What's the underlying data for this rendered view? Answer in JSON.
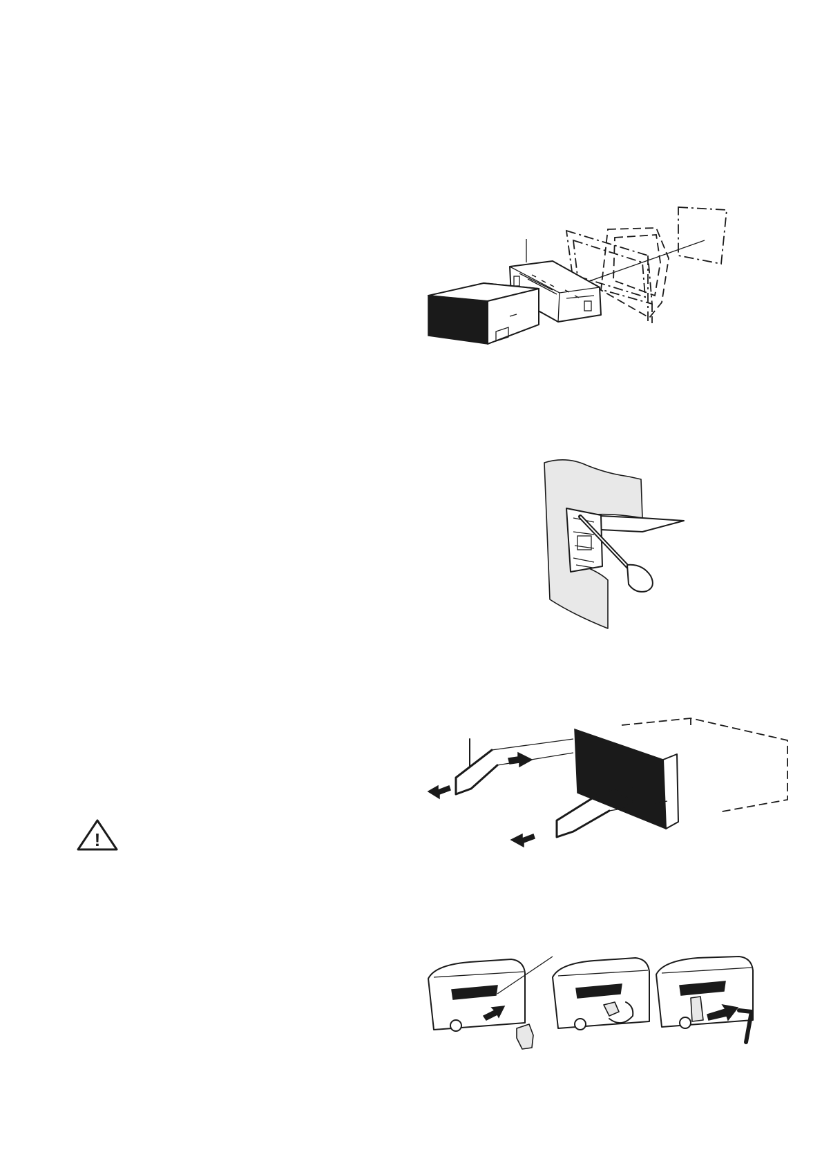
{
  "page": {
    "illustrations": [
      {
        "name": "radio-mounting-exploded-view",
        "icon": "exploded-assembly-icon"
      },
      {
        "name": "bracket-tab-bending",
        "icon": "screwdriver-icon"
      },
      {
        "name": "removal-keys",
        "icon": "removal-key-icon"
      },
      {
        "name": "strap-clip-attachment",
        "icon": "clip-icon"
      }
    ],
    "warning": {
      "icon": "warning-triangle-icon",
      "symbol": "!"
    }
  }
}
